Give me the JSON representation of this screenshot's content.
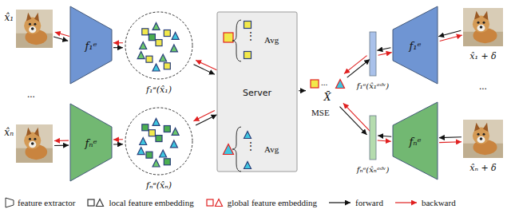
{
  "diagram": {
    "nodes": [
      {
        "text": [
          "x̂₁"
        ]
      },
      {
        "text": [
          "f₁ᵉ"
        ]
      },
      {
        "text": [
          "f₁ᵉ(x̂₁)"
        ]
      },
      {
        "text": [
          "x̂ₙ"
        ]
      },
      {
        "text": [
          "fₙᵉ"
        ]
      },
      {
        "text": [
          "fₙᵉ(x̂ₙ)"
        ]
      },
      {
        "text": [
          "Server"
        ]
      },
      {
        "text": [
          "X̄"
        ]
      },
      {
        "text": [
          "f₁ᵉ(x̂₁ᵃᵈᵛ)"
        ]
      },
      {
        "text": [
          "f₁ᵉ"
        ]
      },
      {
        "text": [
          "x̂₁ + δ"
        ]
      },
      {
        "text": [
          "fₙᵉ(x̂ₙᵃᵈᵛ)"
        ]
      },
      {
        "text": [
          "fₙᵉ"
        ]
      },
      {
        "text": [
          "x̂ₙ + δ"
        ]
      }
    ],
    "edges": [
      {
        "from": 0,
        "to": 1,
        "arrow": "to"
      },
      {
        "from": 1,
        "to": 0,
        "arrow": "to"
      },
      {
        "from": 1,
        "to": 2,
        "arrow": "to"
      },
      {
        "from": 2,
        "to": 1,
        "arrow": "to"
      },
      {
        "from": 2,
        "to": 6,
        "arrow": "to"
      },
      {
        "from": 6,
        "to": 2,
        "arrow": "to"
      },
      {
        "from": 3,
        "to": 4,
        "arrow": "to"
      },
      {
        "from": 4,
        "to": 3,
        "arrow": "to"
      },
      {
        "from": 4,
        "to": 5,
        "arrow": "to"
      },
      {
        "from": 5,
        "to": 4,
        "arrow": "to"
      },
      {
        "from": 5,
        "to": 6,
        "arrow": "to"
      },
      {
        "from": 6,
        "to": 5,
        "arrow": "to"
      },
      {
        "from": 6,
        "to": 7,
        "arrow": "to"
      },
      {
        "from": 7,
        "to": 8,
        "arrow": "to"
      },
      {
        "from": 8,
        "to": 7,
        "arrow": "to"
      },
      {
        "from": 7,
        "to": 11,
        "arrow": "to"
      },
      {
        "from": 11,
        "to": 7,
        "arrow": "to"
      },
      {
        "from": 9,
        "to": 8,
        "arrow": "to"
      },
      {
        "from": 8,
        "to": 9,
        "arrow": "to"
      },
      {
        "from": 10,
        "to": 9,
        "arrow": "to"
      },
      {
        "from": 9,
        "to": 10,
        "arrow": "to"
      },
      {
        "from": 12,
        "to": 11,
        "arrow": "to"
      },
      {
        "from": 11,
        "to": 12,
        "arrow": "to"
      },
      {
        "from": 13,
        "to": 12,
        "arrow": "to"
      },
      {
        "from": 12,
        "to": 13,
        "arrow": "to"
      }
    ],
    "labels": [
      "...",
      "⋮",
      "Avg",
      "⋮",
      "Avg",
      "...",
      "MSE",
      "..."
    ],
    "legend": [
      {
        "text": "feature extractor"
      },
      {
        "text": "local feature embedding"
      },
      {
        "text": "global feature embedding"
      },
      {
        "text": "forward"
      },
      {
        "text": "backward"
      }
    ]
  }
}
